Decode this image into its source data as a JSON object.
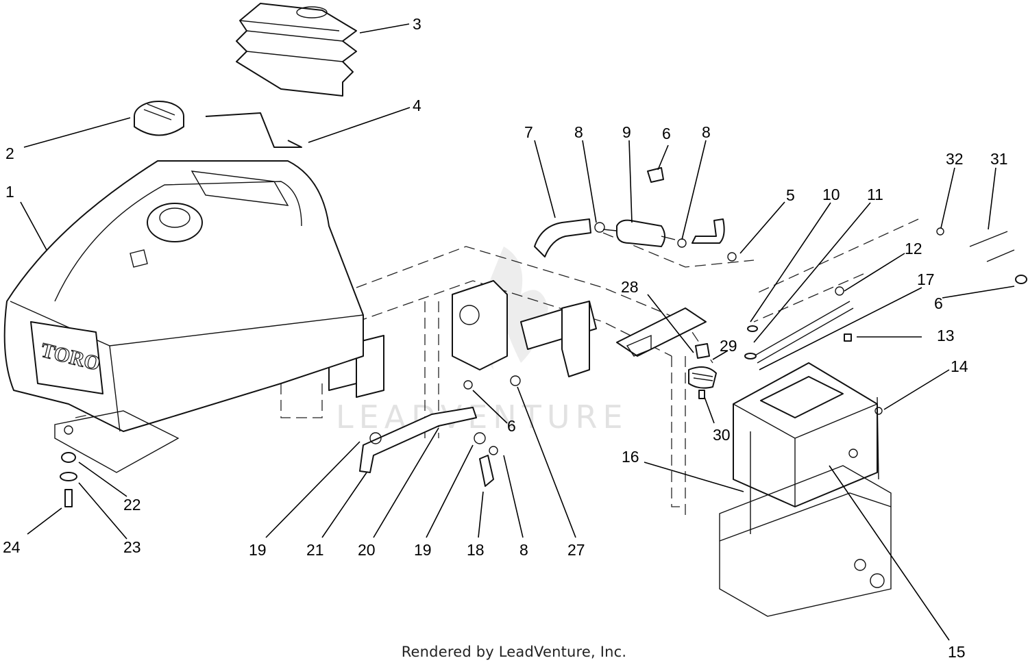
{
  "watermark": "LEADVENTURE",
  "footer": "Rendered by LeadVenture, Inc.",
  "tank_logo": "TORO",
  "callouts": {
    "c1": "1",
    "c2": "2",
    "c3": "3",
    "c4": "4",
    "c5": "5",
    "c6a": "6",
    "c6b": "6",
    "c6c": "6",
    "c7": "7",
    "c8a": "8",
    "c8b": "8",
    "c8c": "8",
    "c9": "9",
    "c10": "10",
    "c11": "11",
    "c12": "12",
    "c13": "13",
    "c14": "14",
    "c15": "15",
    "c16": "16",
    "c17": "17",
    "c18": "18",
    "c19a": "19",
    "c19b": "19",
    "c20": "20",
    "c21": "21",
    "c22": "22",
    "c23": "23",
    "c24": "24",
    "c27": "27",
    "c28": "28",
    "c29": "29",
    "c30": "30",
    "c31": "31",
    "c32": "32"
  }
}
